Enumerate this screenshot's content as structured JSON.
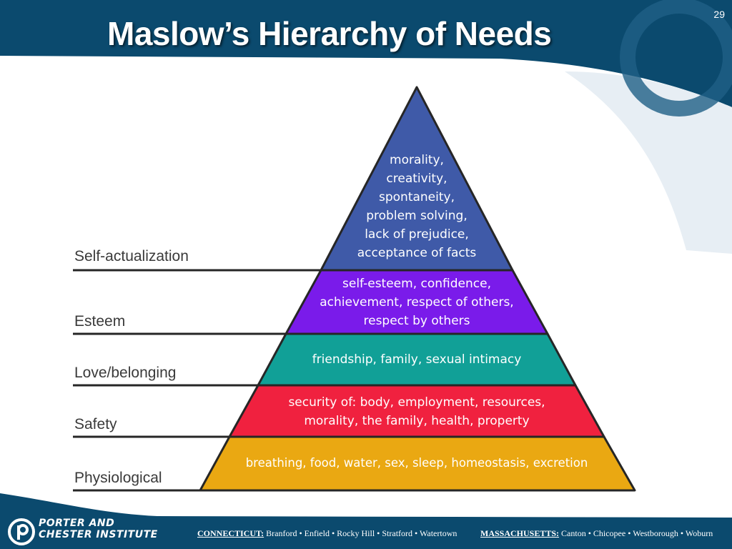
{
  "slide": {
    "number": "29",
    "title": "Maslow’s Hierarchy of Needs"
  },
  "colors": {
    "header_blue": "#0b4a6e",
    "self_actualization": "#3f5aa8",
    "esteem": "#7a1bea",
    "love_belonging": "#11a097",
    "safety": "#f0213f",
    "physiological": "#eaa812",
    "outline": "#262626"
  },
  "pyramid": {
    "levels": [
      {
        "name": "Self-actualization",
        "lines": [
          "morality,",
          "creativity,",
          "spontaneity,",
          "problem solving,",
          "lack of prejudice,",
          "acceptance of facts"
        ]
      },
      {
        "name": "Esteem",
        "lines": [
          "self-esteem, confidence,",
          "achievement, respect of others,",
          "respect by others"
        ]
      },
      {
        "name": "Love/belonging",
        "lines": [
          "friendship, family, sexual intimacy"
        ]
      },
      {
        "name": "Safety",
        "lines": [
          "security of: body, employment, resources,",
          "morality, the family, health, property"
        ]
      },
      {
        "name": "Physiological",
        "lines": [
          "breathing, food, water, sex, sleep, homeostasis, excretion"
        ]
      }
    ]
  },
  "footer": {
    "logo_line1": "PORTER AND",
    "logo_line2": "CHESTER INSTITUTE",
    "ct_label": "CONNECTICUT:",
    "ct_locations": "Branford • Enfield • Rocky Hill • Stratford • Watertown",
    "ma_label": "MASSACHUSETTS:",
    "ma_locations": "Canton • Chicopee • Westborough • Woburn"
  }
}
